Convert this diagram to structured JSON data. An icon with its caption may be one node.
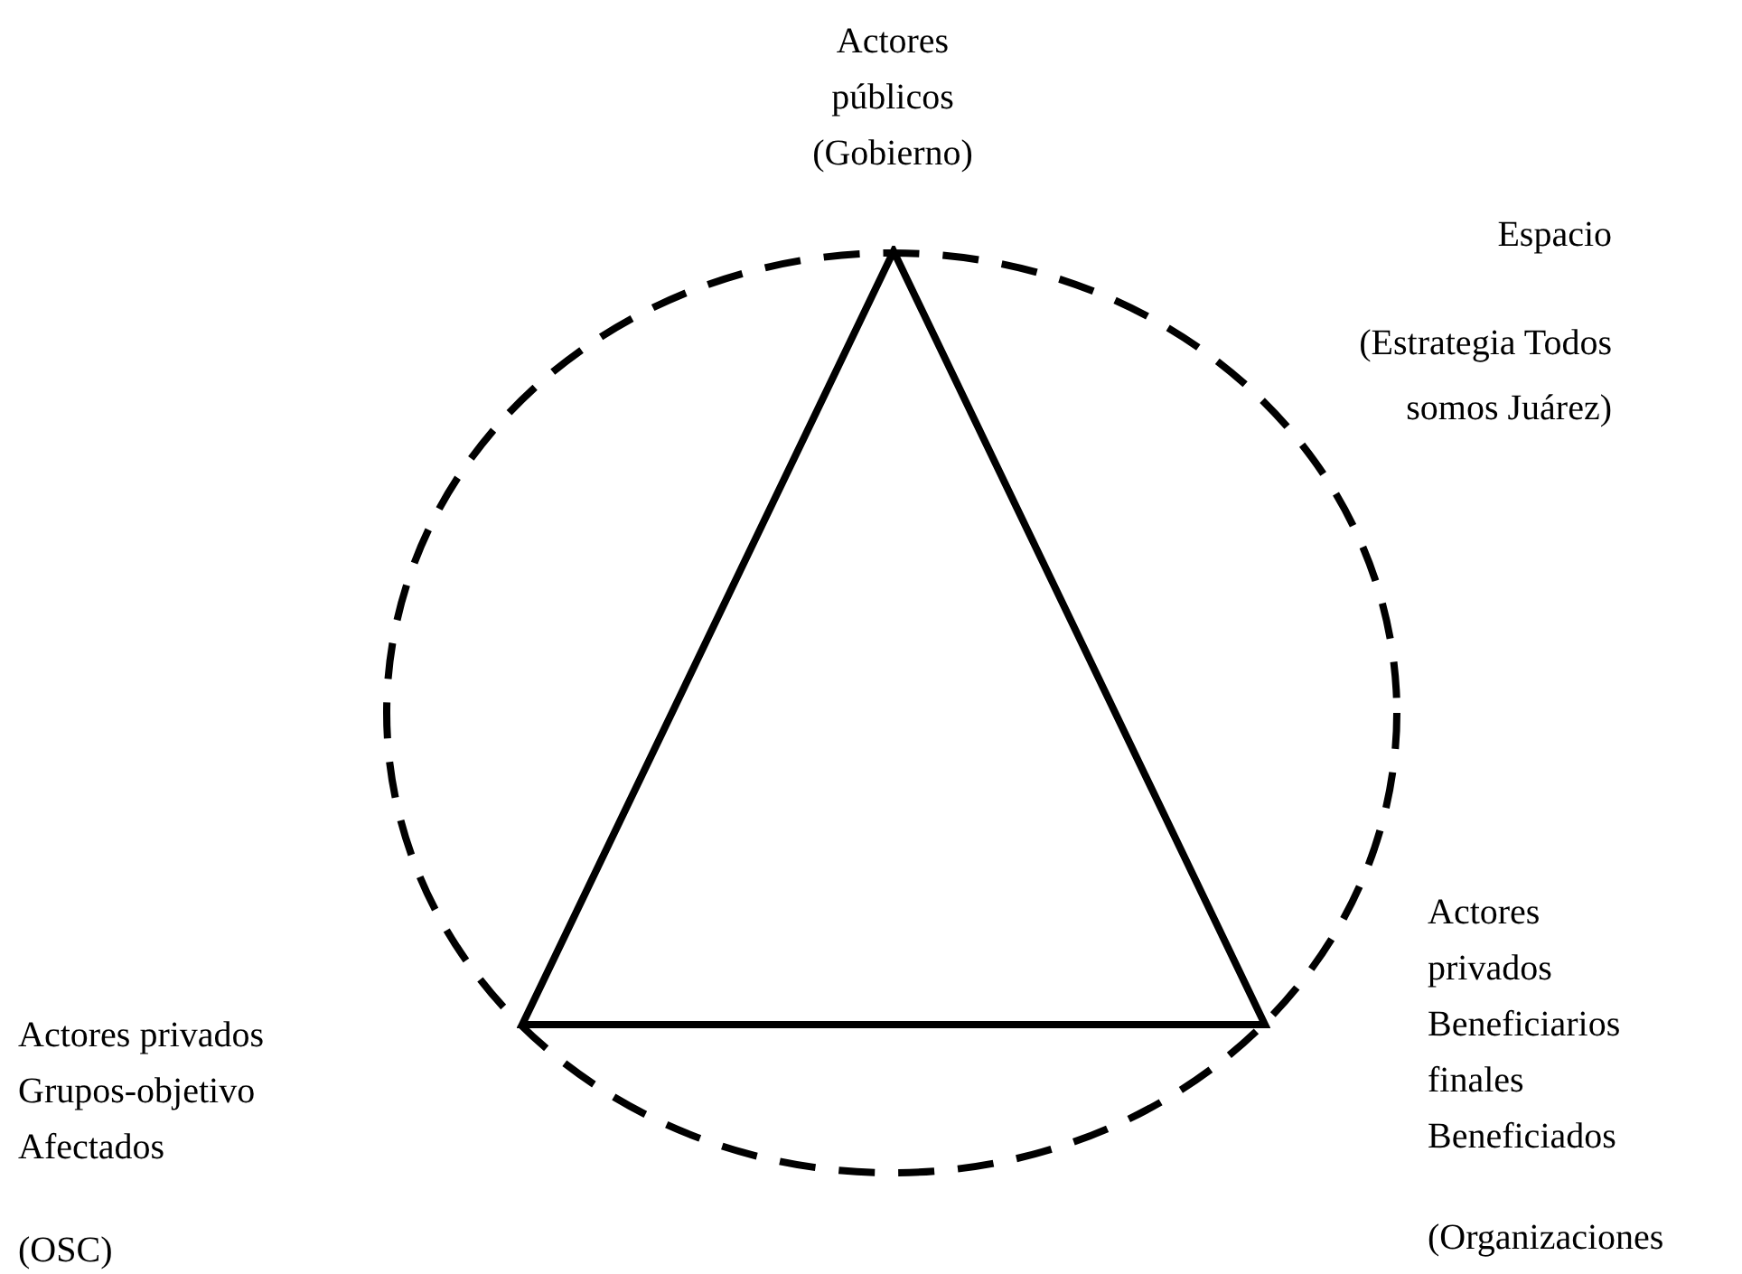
{
  "diagram": {
    "nodes": [
      {
        "text": [],
        "shape": "circle",
        "beside": [
          "Espacio",
          "(Estrategia Todos somos Juárez)"
        ]
      },
      {
        "text": [],
        "shape": "triangle",
        "in": 0
      }
    ],
    "labels": [
      "Actores públicos (Gobierno)",
      "Actores privados Grupos-objetivo Afectados",
      "(OSC)",
      "Actores privados Beneficiarios finales Beneficiados",
      "(Organizaciones"
    ]
  }
}
